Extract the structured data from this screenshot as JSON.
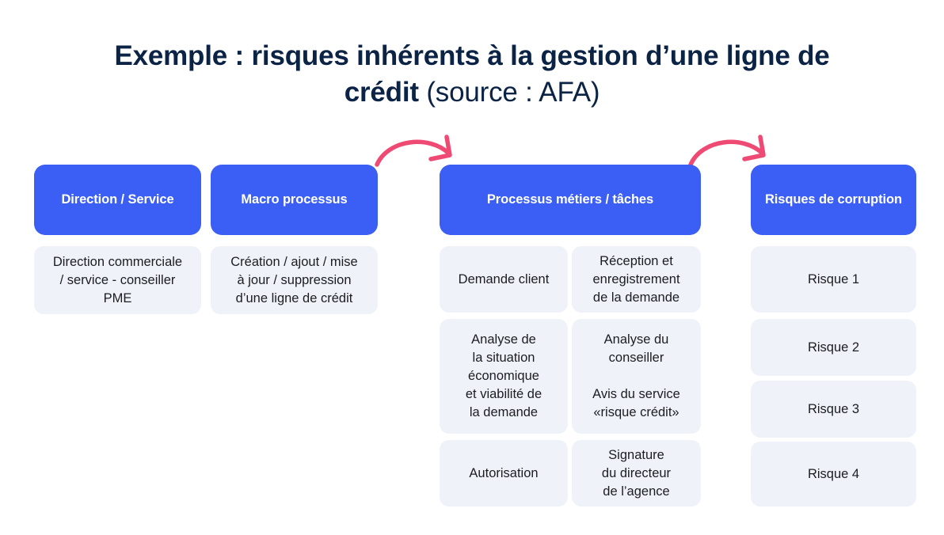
{
  "title": {
    "strong": "Exemple : risques inhérents à la gestion d’une ligne de crédit",
    "light": " (source : AFA)"
  },
  "colors": {
    "accent_blue": "#3b5ef4",
    "panel_grey": "#eff2f8",
    "title_navy": "#0b2344",
    "arrow_pink": "#ef4a74"
  },
  "columns": [
    {
      "header": "Direction / Service",
      "cells": [
        "Direction commerciale\n/ service - conseiller\nPME"
      ]
    },
    {
      "header": "Macro processus",
      "cells": [
        "Création / ajout / mise\nà jour / suppression\nd’une ligne de crédit"
      ]
    },
    {
      "header": "Processus métiers / tâches",
      "sub_a": [
        "Demande client",
        "Analyse de\nla situation\néconomique\net viabilité de\nla demande",
        "Autorisation"
      ],
      "sub_b": [
        "Réception et\nenregistrement\nde la demande",
        "Analyse du\nconseiller\n\nAvis du service\n«risque crédit»",
        "Signature\ndu directeur\nde l’agence"
      ]
    },
    {
      "header": "Risques de corruption",
      "cells": [
        "Risque 1",
        "Risque 2",
        "Risque 3",
        "Risque 4"
      ]
    }
  ],
  "arrows": [
    {
      "name": "arrow-macro-to-processus"
    },
    {
      "name": "arrow-processus-to-risques"
    }
  ]
}
